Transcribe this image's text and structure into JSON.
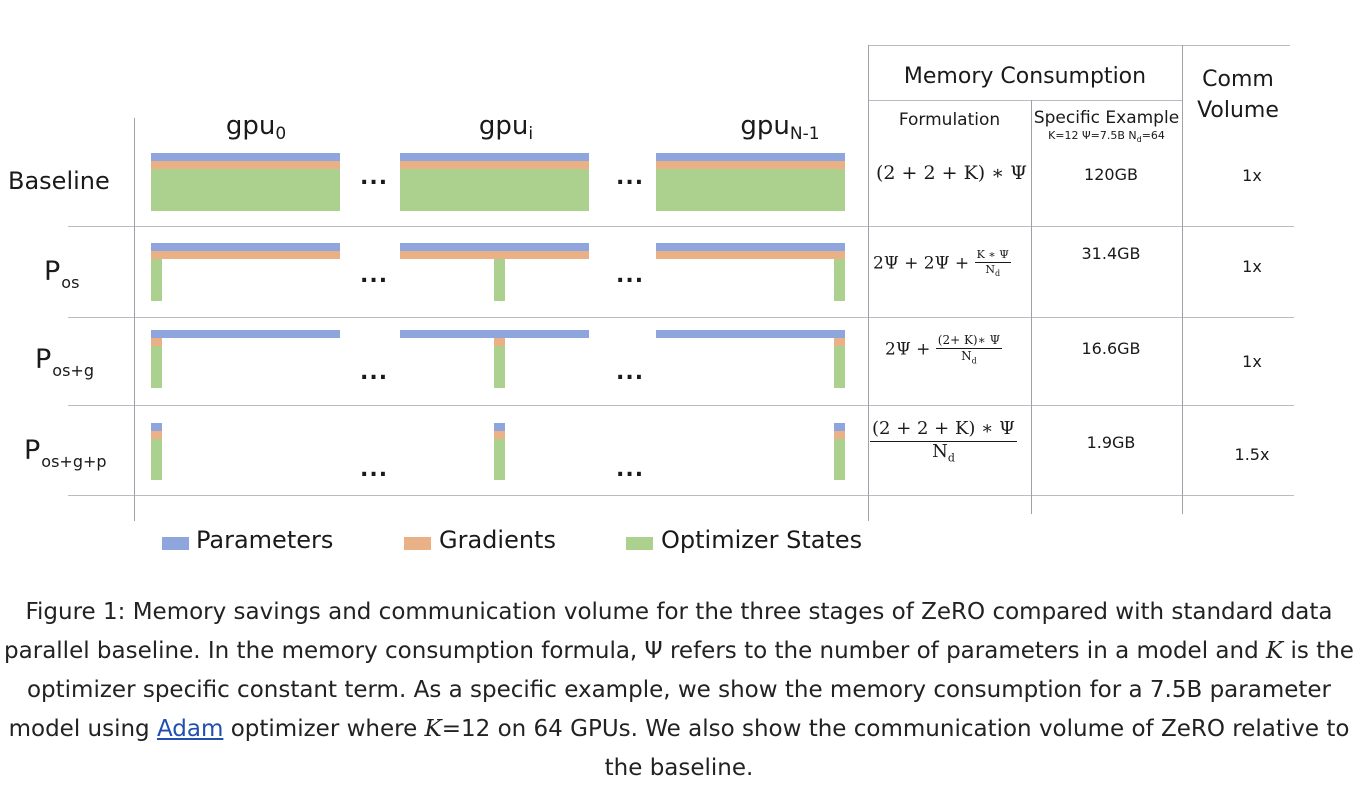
{
  "figure": {
    "header": {
      "memory_consumption": "Memory Consumption",
      "formulation": "Formulation",
      "specific_example": "Specific Example",
      "example_params": "K=12 Ψ=7.5B N",
      "example_nd_sub": "d",
      "example_nd_val": "=64",
      "comm_volume_1": "Comm",
      "comm_volume_2": "Volume"
    },
    "gpus": [
      {
        "base": "gpu",
        "sub": "0"
      },
      {
        "base": "gpu",
        "sub": "i"
      },
      {
        "base": "gpu",
        "sub": "N-1"
      }
    ],
    "ellipsis": "...",
    "rows": [
      {
        "label": "Baseline",
        "label_sub": "",
        "example": "120GB",
        "comm": "1x"
      },
      {
        "label": "P",
        "label_sub": "os",
        "example": "31.4GB",
        "comm": "1x"
      },
      {
        "label": "P",
        "label_sub": "os+g",
        "example": "16.6GB",
        "comm": "1x"
      },
      {
        "label": "P",
        "label_sub": "os+g+p",
        "example": "1.9GB",
        "comm": "1.5x"
      }
    ],
    "formulas": {
      "baseline": "(2 + 2 + K) ∗ Ψ",
      "os_prefix": "2Ψ + 2Ψ +",
      "os_num": "K ∗ Ψ",
      "os_den": "N",
      "os_den_sub": "d",
      "osg_prefix": "2Ψ +",
      "osg_num": "(2+ K)∗ Ψ",
      "osg_den": "N",
      "osg_den_sub": "d",
      "osgp_num": "(2 + 2 + K) ∗ Ψ",
      "osgp_den": "N",
      "osgp_den_sub": "d"
    },
    "legend": [
      {
        "label": "Parameters",
        "color": "#8fa5dd"
      },
      {
        "label": "Gradients",
        "color": "#eab186"
      },
      {
        "label": "Optimizer States",
        "color": "#acd08e"
      }
    ]
  },
  "caption": {
    "part1": "Figure 1: Memory savings and communication volume for the three stages of ZeRO compared with standard data parallel baseline. In the memory consumption formula, Ψ refers to the number of parameters in a model and ",
    "k1": "K",
    "part2": " is the optimizer specific constant term. As a specific example, we show the memory consumption for a 7.5B parameter model using ",
    "link": "Adam",
    "part3": " optimizer where ",
    "k2": "K",
    "part4": "=12 on 64 GPUs. We also show the communication volume of ZeRO relative to the baseline."
  }
}
